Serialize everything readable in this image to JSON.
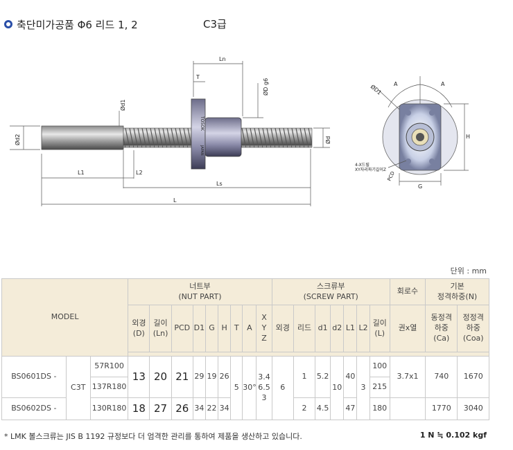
{
  "header": {
    "title": "축단미가공품 Φ6  리드 1, 2",
    "grade": "C3급"
  },
  "drawing": {
    "labels": {
      "ln": "Ln",
      "t": "T",
      "d1": "Ød1",
      "dg6": "ØD g6",
      "d2": "Ød2",
      "d": "Ød",
      "l1": "L1",
      "l2": "L2",
      "ls": "Ls",
      "l": "L",
      "brand": "TOSOK",
      "brand2": "JAPAN",
      "D1": "ØD1",
      "A1": "A",
      "A2": "A",
      "H": "H",
      "G": "G",
      "PCD": "PCD",
      "note1": "4-X드릴",
      "note2": "XY자리파기길이Z"
    }
  },
  "unit_label": "단위 : mm",
  "table": {
    "model": "MODEL",
    "nut_part_1": "너트부",
    "nut_part_2": "(NUT PART)",
    "screw_part_1": "스크류부",
    "screw_part_2": "(SCREW PART)",
    "circuits": "회로수",
    "load_1": "기본",
    "load_2": "정격하중(N)",
    "h_od_1": "외경",
    "h_od_2": "(D)",
    "h_len_1": "길이",
    "h_len_2": "(Ln)",
    "h_pcd": "PCD",
    "h_d1": "D1",
    "h_g": "G",
    "h_h": "H",
    "h_t": "T",
    "h_a": "A",
    "h_xyz_x": "X",
    "h_xyz_y": "Y",
    "h_xyz_z": "Z",
    "h_s_od": "외경",
    "h_lead": "리드",
    "h_sd1": "d1",
    "h_sd2": "d2",
    "h_l1": "L1",
    "h_l2": "L2",
    "h_L_1": "길이",
    "h_L_2": "(L)",
    "h_turns": "권x열",
    "h_ca_1": "동정격",
    "h_ca_2": "하중",
    "h_ca_3": "(Ca)",
    "h_coa_1": "정정격",
    "h_coa_2": "하중",
    "h_coa_3": "(Coa)",
    "rows": {
      "model_1": "BS0601DS -",
      "model_2": "BS0602DS -",
      "class": "C3T",
      "len_1": "57R100",
      "len_2": "137R180",
      "len_3": "130R180",
      "od_1": "13",
      "od_2": "18",
      "ln_1": "20",
      "ln_2": "27",
      "pcd_1": "21",
      "pcd_2": "26",
      "d1_1": "29",
      "d1_2": "34",
      "g_1": "19",
      "g_2": "22",
      "h_1": "26",
      "h_2": "34",
      "t": "5",
      "a": "30°",
      "xyz": "3.4\n6.5\n3",
      "s_od": "6",
      "lead_1": "1",
      "lead_2": "2",
      "sd1_1": "5.2",
      "sd1_2": "4.5",
      "sd2": "10",
      "l1_1": "40",
      "l1_2": "47",
      "l2": "3",
      "L_1": "100",
      "L_2": "215",
      "L_3": "180",
      "turns": "3.7x1",
      "ca_1": "740",
      "ca_2": "1770",
      "coa_1": "1670",
      "coa_2": "3040"
    }
  },
  "footer": {
    "note": "* LMK 볼스크류는 JIS B 1192 규정보다 더 엄격한 관리를 통하여 제품을 생산하고 있습니다.",
    "conversion": "1 N ≒ 0.102 kgf"
  }
}
